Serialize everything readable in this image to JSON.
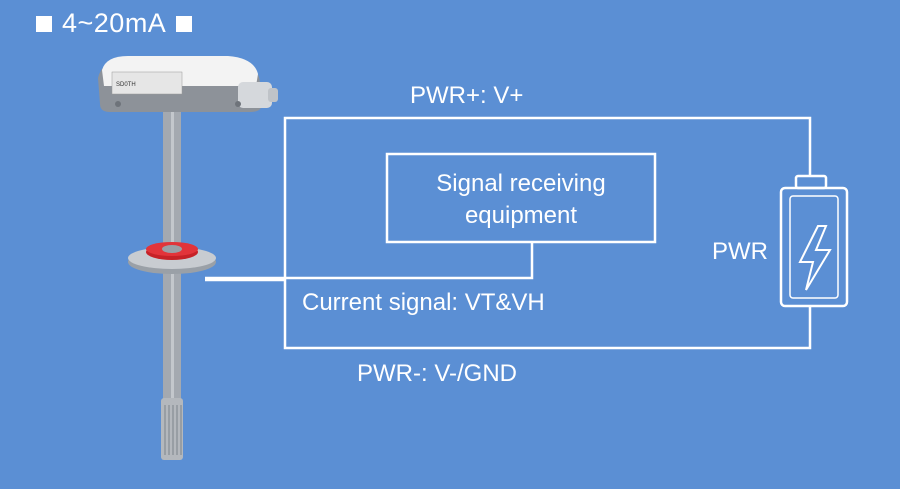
{
  "title": {
    "text": "4~20mA"
  },
  "labels": {
    "pwr_plus": "PWR+: V+",
    "signal_line1": "Signal receiving",
    "signal_line2": "equipment",
    "pwr": "PWR",
    "current_signal": "Current signal: VT&VH",
    "pwr_minus": "PWR-: V-/GND"
  },
  "device": {
    "label_text": "SD0TH"
  },
  "colors": {
    "background": "#5b8fd4",
    "line": "#ffffff",
    "device_gray": "#9a9fa6",
    "flange_red": "#d8262a"
  }
}
